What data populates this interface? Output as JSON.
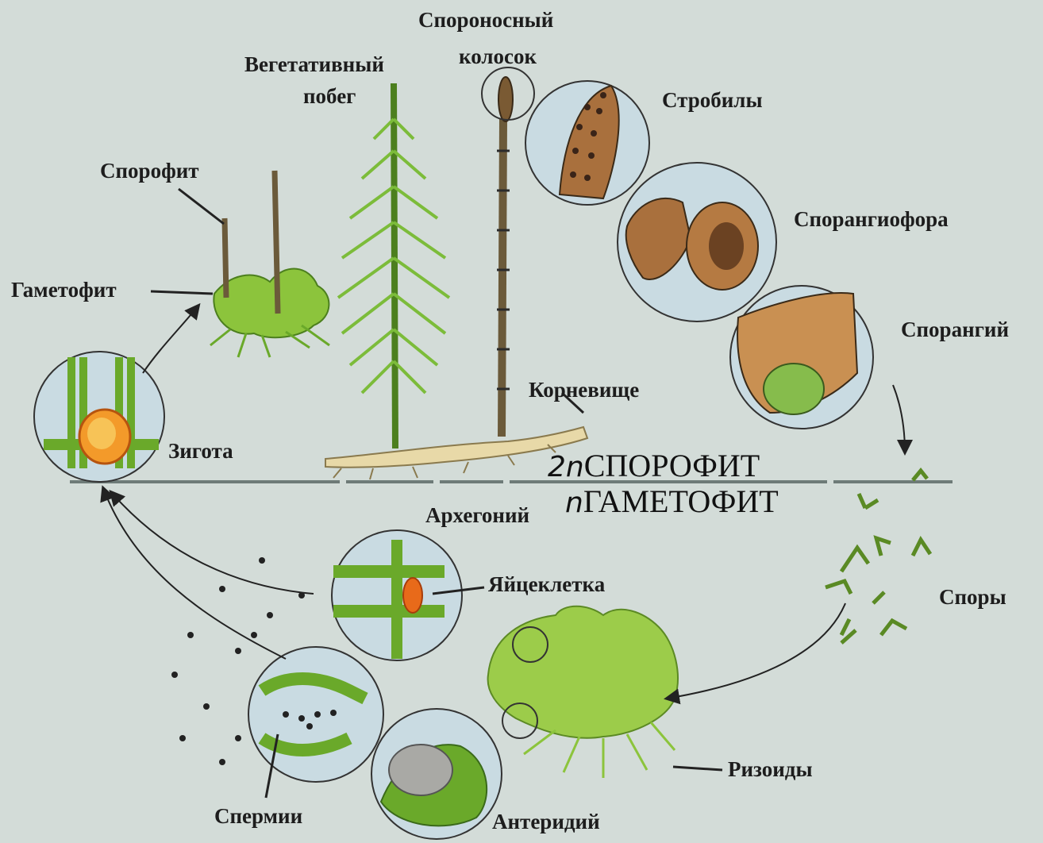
{
  "labels": {
    "sporonosny": "Спороносный",
    "kolosok": "колосок",
    "vegetativny": "Вегетативный",
    "pobeg": "побег",
    "strobily": "Стробилы",
    "sporofit": "Спорофит",
    "sporangiofora": "Спорангиофора",
    "gametofit": "Гаметофит",
    "sporangy": "Спорангий",
    "kornevishche": "Корневище",
    "zigota": "Зигота",
    "arhegony": "Архегоний",
    "yaytsekletka": "Яйцеклетка",
    "spory": "Споры",
    "rizoidy": "Ризоиды",
    "spermii": "Спермии",
    "anteridy": "Антеридий"
  },
  "phases": {
    "sporophyte_ploidy": "2n",
    "sporophyte_name": "СПОРОФИТ",
    "gametophyte_ploidy": "n",
    "gametophyte_name": "ГАМЕТОФИТ"
  },
  "colors": {
    "background": "#d3dcd8",
    "plant_green": "#8cc43c",
    "plant_dark": "#4c7f1e",
    "rhizome": "#e8d9a8",
    "strobilus_brown": "#a9703d",
    "zygote_orange": "#f39a2a",
    "divider": "#6e7b78"
  }
}
